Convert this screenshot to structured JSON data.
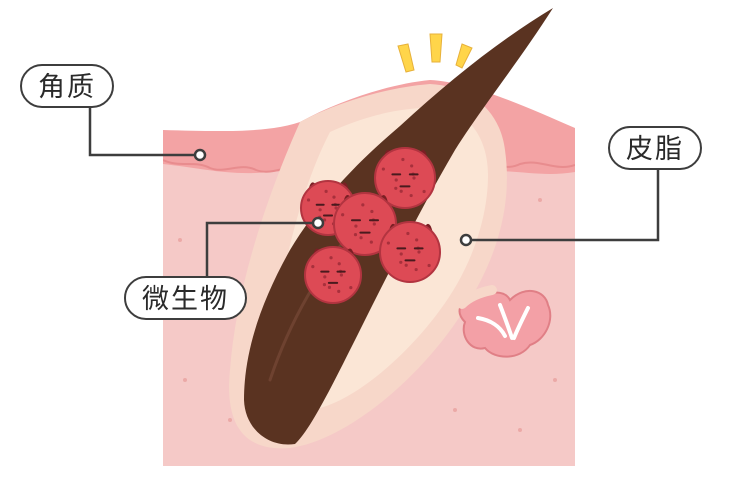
{
  "labels": {
    "keratin": "角质",
    "sebum": "皮脂",
    "microbes": "微生物"
  },
  "colors": {
    "skin_surface": "#f3a3a4",
    "dermis": "#f5c9c7",
    "follicle_wall": "#f7d7c9",
    "sebum_fill": "#fbe6d6",
    "hair": "#5a3321",
    "microbe": "#dd4a55",
    "alert_yellow": "#ffd54a",
    "line": "#3d3d3d"
  },
  "icons": [
    "pimple-alert-icon",
    "microbe-icon",
    "sebaceous-gland-icon"
  ]
}
